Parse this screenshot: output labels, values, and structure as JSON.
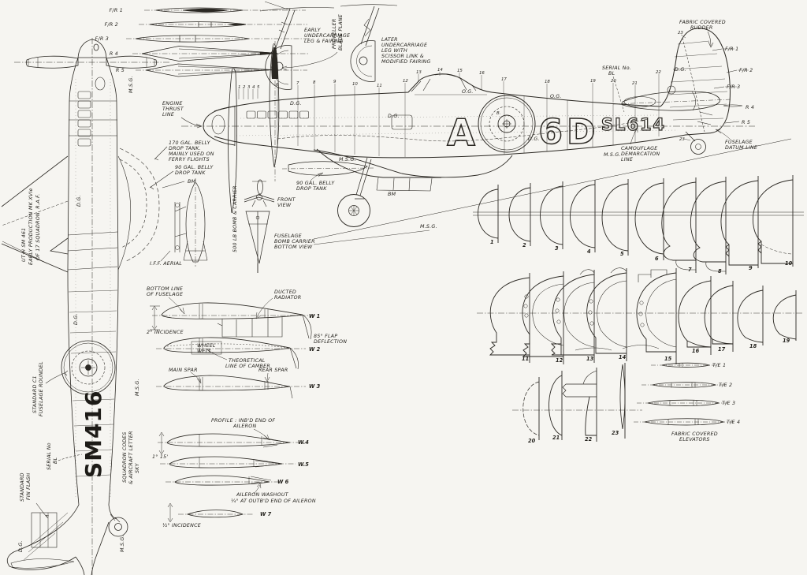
{
  "palette": {
    "ink": "#2b2823",
    "paper": "#f6f5f1"
  },
  "fin_sections": {
    "labels": [
      "F/R 1",
      "F/R 2",
      "F/R 3",
      "R 4",
      "R 5"
    ]
  },
  "prop_blade_label": {
    "lines": [
      "PROPELLER",
      "BLADE PLANE"
    ]
  },
  "undercarriage": {
    "early": {
      "lines": [
        "EARLY",
        "UNDERCARRIAGE",
        "LEG & FAIRING"
      ]
    },
    "later": {
      "lines": [
        "LATER",
        "UNDERCARRIAGE",
        "LEG WITH",
        "SCISSOR LINK &",
        "MODIFIED FAIRING"
      ]
    }
  },
  "engine_thrust": {
    "lines": [
      "ENGINE",
      "THRUST",
      "LINE"
    ]
  },
  "paint_codes": {
    "msg": "M.S.G.",
    "dg": "D.G.",
    "og": "O.G.",
    "b": "B.",
    "bm": "BM"
  },
  "stations": {
    "numbers": [
      "1",
      "2",
      "3",
      "4",
      "5",
      "6",
      "7",
      "8",
      "9",
      "10",
      "11",
      "12",
      "13",
      "14",
      "15",
      "16",
      "17",
      "18",
      "19",
      "20",
      "21",
      "22",
      "23"
    ]
  },
  "side_view": {
    "code_letter": "A",
    "squadron_code": "6D",
    "serial": "SL614",
    "serial_no": {
      "lines": [
        "SERIAL No.",
        "BL"
      ]
    },
    "fabric_rudder": {
      "lines": [
        "FABRIC COVERED",
        "RUDDER"
      ]
    },
    "camouflage": {
      "lines": [
        "CAMOUFLAGE",
        "DEMARCATION",
        "LINE"
      ]
    },
    "datum": {
      "lines": [
        "FUSELAGE",
        "DATUM LINE"
      ]
    },
    "drop_tank": {
      "lines": [
        "90 GAL. BELLY",
        "DROP TANK"
      ]
    }
  },
  "left_view": {
    "caption": {
      "lines": [
        "UT·H  SM 461",
        "EARLY PRODUCTION MK XVIe",
        "OF 17 SQUADRON. R.A.F."
      ]
    },
    "serial": "SM416",
    "roundel": {
      "lines": [
        "STANDARD C1",
        "FUSELAGE ROUNDEL"
      ]
    },
    "serial_no": {
      "lines": [
        "SERIAL No",
        "BL"
      ]
    },
    "squadron_codes": {
      "lines": [
        "SQUADRON CODES",
        "& AIRCRAFT LETTER",
        "SKY"
      ]
    },
    "fin_flash": {
      "lines": [
        "STANDARD",
        "FIN FLASH"
      ]
    },
    "tank_170": {
      "lines": [
        "170 GAL. BELLY",
        "DROP TANK.",
        "MAINLY USED ON",
        "FERRY FLIGHTS"
      ]
    },
    "tank_90": {
      "lines": [
        "90 GAL. BELLY",
        "DROP TANK"
      ]
    },
    "iff_aerial": "I.F.F. AERIAL",
    "bomb": "500 LB BOMB & CARRIER"
  },
  "detail_views": {
    "front_view": {
      "lines": [
        "FRONT",
        "VIEW"
      ]
    },
    "bomb_carrier": {
      "lines": [
        "FUSELAGE",
        "BOMB CARRIER",
        "BOTTOM VIEW"
      ]
    }
  },
  "wing_sections": {
    "labels": [
      "W 1",
      "W 2",
      "W 3",
      "W.4",
      "W.5",
      "W 6",
      "W 7"
    ],
    "bottom_line": {
      "lines": [
        "BOTTOM LINE",
        "OF FUSELAGE"
      ]
    },
    "ducted_radiator": {
      "lines": [
        "DUCTED",
        "RADIATOR"
      ]
    },
    "incidence_2": "2° INCIDENCE",
    "flap": {
      "lines": [
        "85° FLAP",
        "DEFLECTION"
      ]
    },
    "wheel_well": {
      "lines": [
        "WHEEL",
        "WELL"
      ]
    },
    "camber": {
      "lines": [
        "THEORETICAL",
        "LINE OF CAMBER"
      ]
    },
    "main_spar": "MAIN SPAR",
    "rear_spar": "REAR SPAR",
    "aileron_profile": {
      "lines": [
        "PROFILE : INB'D END OF",
        "AILERON"
      ]
    },
    "incidence_1_15": "1° 15'",
    "washout": {
      "lines": [
        "AILERON WASHOUT",
        "¼° AT OUTB'D END OF AILERON"
      ]
    },
    "incidence_half": "½° INCIDENCE"
  },
  "tail_sections": {
    "labels": [
      "T/E 1",
      "T/E 2",
      "T/E 3",
      "T/E 4"
    ],
    "elevators": {
      "lines": [
        "FABRIC COVERED",
        "ELEVATORS"
      ]
    }
  }
}
